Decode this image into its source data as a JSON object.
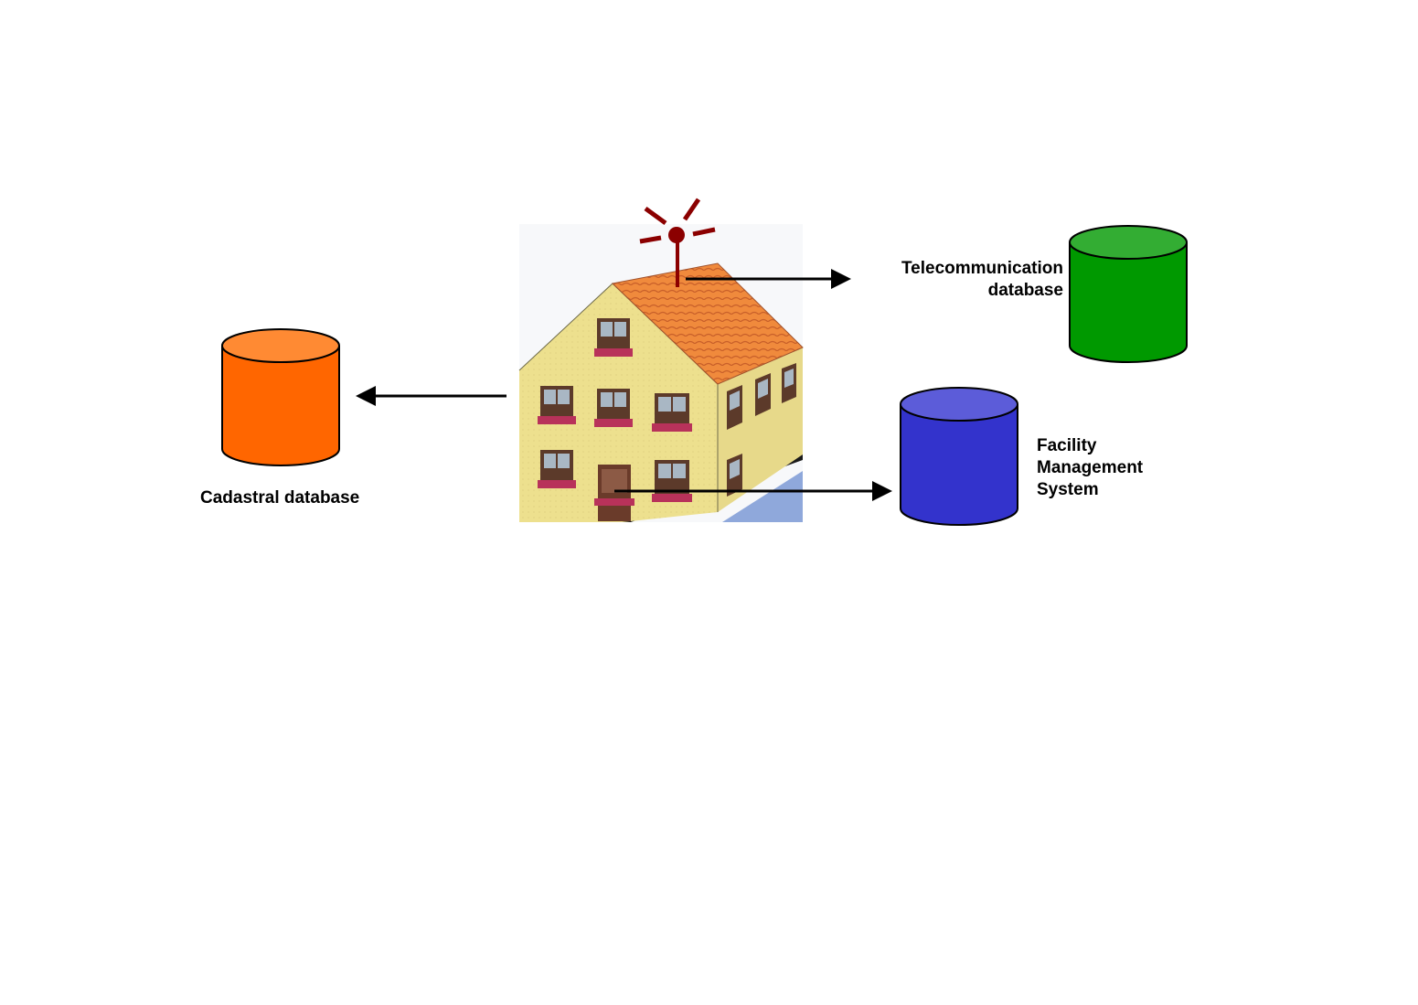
{
  "labels": {
    "cadastral": "Cadastral database",
    "telecom_line1": "Telecommunication",
    "telecom_line2": "database",
    "fms_line1": "Facility",
    "fms_line2": "Management",
    "fms_line3": "System"
  },
  "colors": {
    "cadastral_db": "#FF6600",
    "telecom_db": "#009900",
    "fms_db": "#3333CC",
    "antenna": "#8B0000",
    "roof": "#F08A3C",
    "wall": "#EDE08E",
    "arrow": "#000000"
  },
  "icons": {
    "building": "house-icon",
    "antenna": "antenna-icon",
    "databases": "database-cylinder-icon"
  }
}
